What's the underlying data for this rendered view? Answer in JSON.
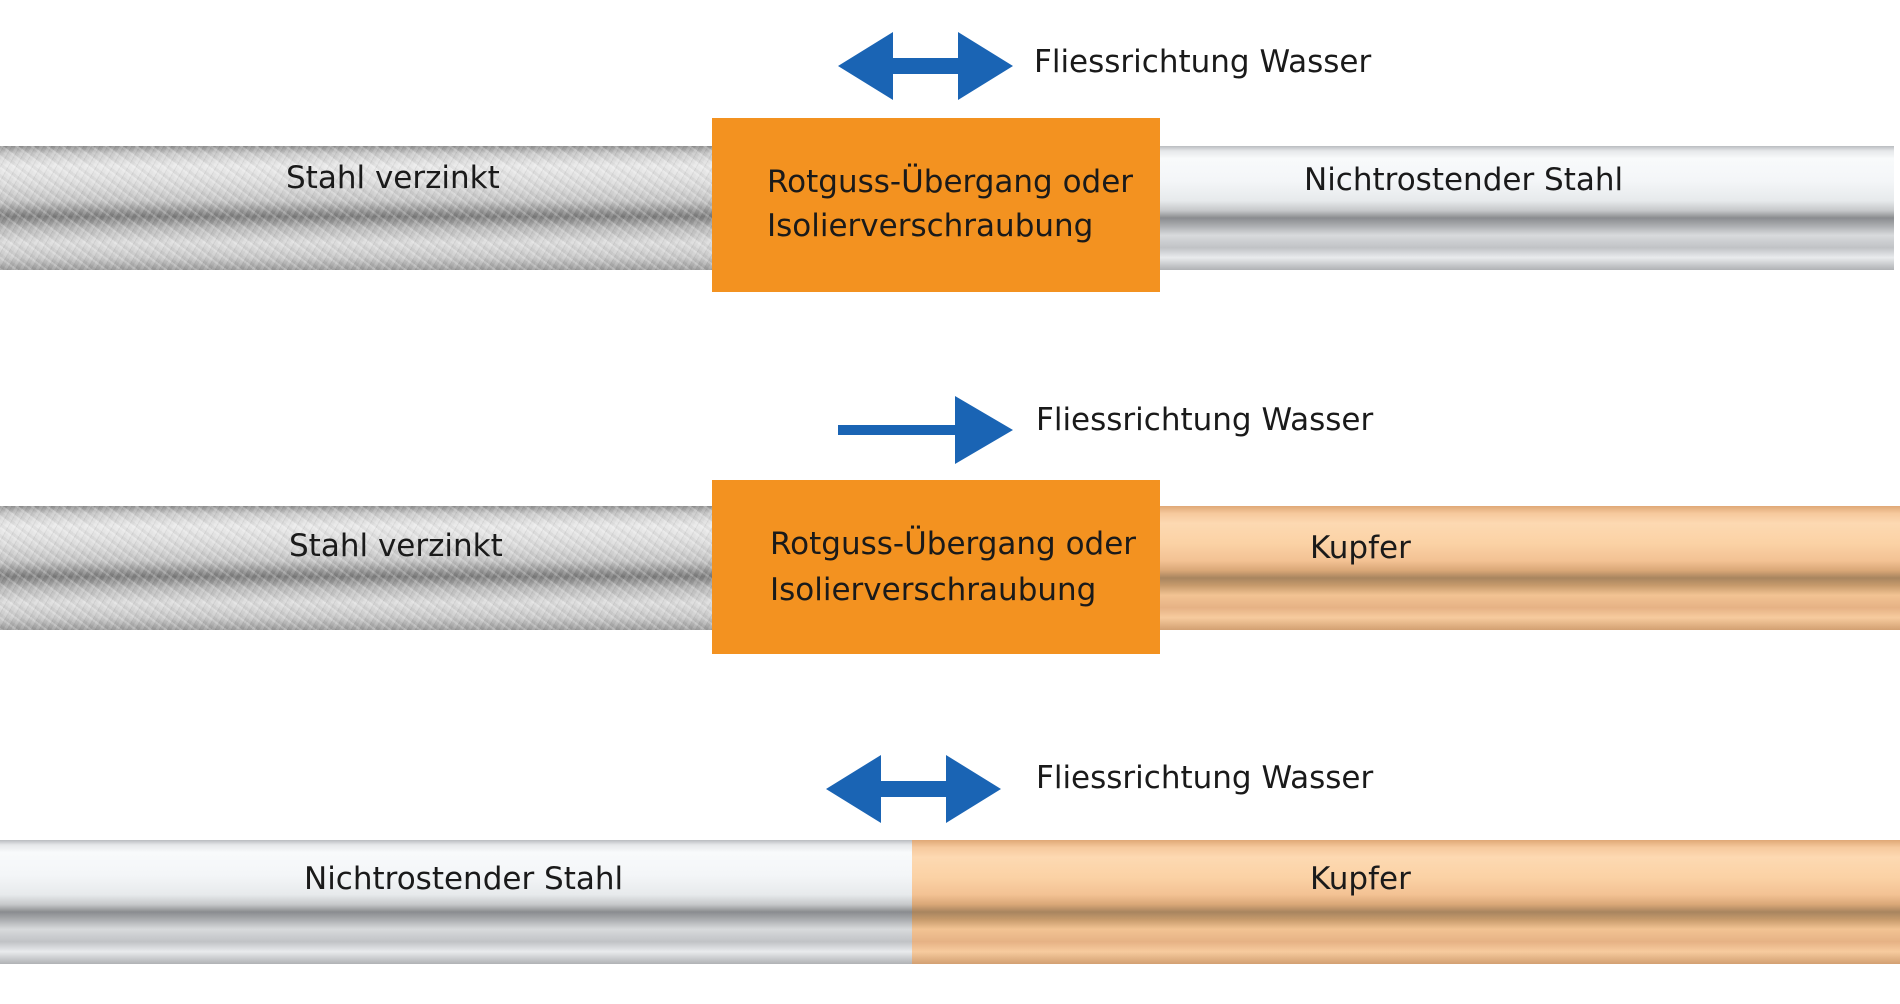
{
  "colors": {
    "arrow": "#1a64b4",
    "fitting": "#f39220"
  },
  "rows": [
    {
      "flow_label": "Fliessrichtung Wasser",
      "flow_icon": "double-arrow",
      "left_pipe_label": "Stahl verzinkt",
      "fitting_line1": "Rotguss-Übergang oder",
      "fitting_line2": "Isolierverschraubung",
      "right_pipe_label": "Nichtrostender Stahl"
    },
    {
      "flow_label": "Fliessrichtung Wasser",
      "flow_icon": "right-arrow",
      "left_pipe_label": "Stahl verzinkt",
      "fitting_line1": "Rotguss-Übergang oder",
      "fitting_line2": "Isolierverschraubung",
      "right_pipe_label": "Kupfer"
    },
    {
      "flow_label": "Fliessrichtung Wasser",
      "flow_icon": "double-arrow",
      "left_pipe_label": "Nichtrostender Stahl",
      "right_pipe_label": "Kupfer"
    }
  ]
}
